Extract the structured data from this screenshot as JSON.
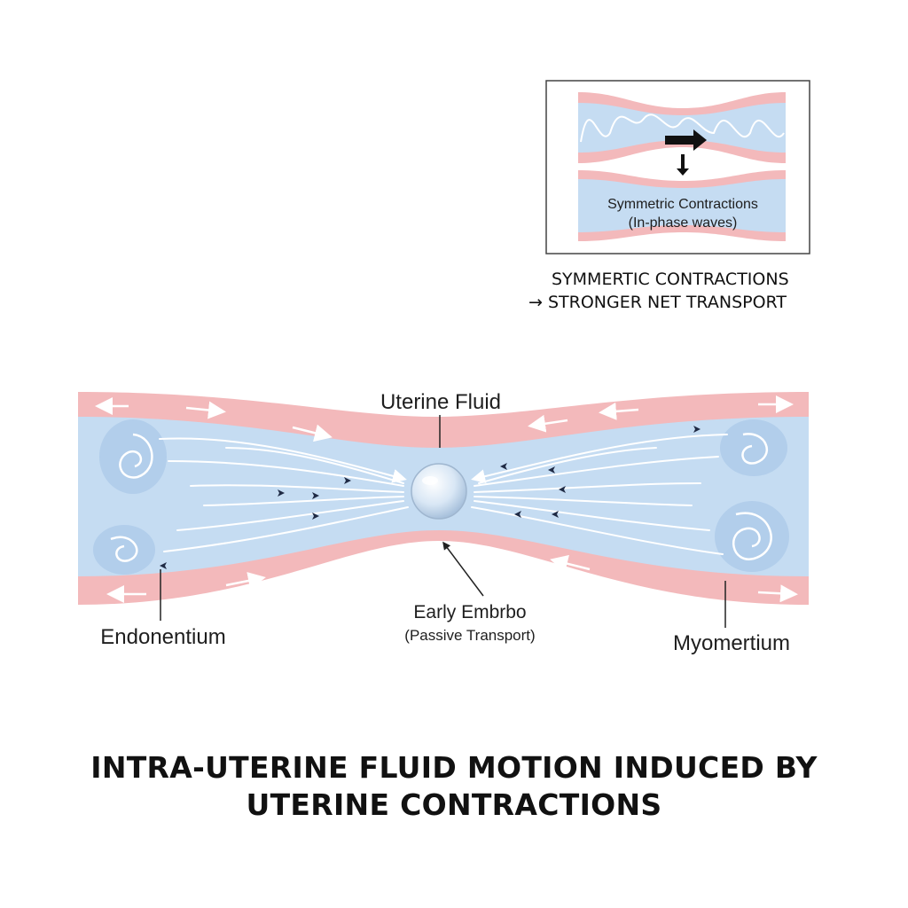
{
  "inset": {
    "caption_line1": "Symmetric Contractions",
    "caption_line2": "(In-phase waves)"
  },
  "note": {
    "line1": "SYMMERTIC CONTRACTIONS",
    "line2": "→ STRONGER NET TRANSPORT"
  },
  "labels": {
    "uterine_fluid": "Uterine Fluid",
    "embryo_line1": "Early Embrbo",
    "embryo_line2": "(Passive Transport)",
    "endometrium": "Endonentium",
    "myometrium": "Myomertium"
  },
  "title": {
    "line1": "INTRA-UTERINE FLUID MOTION INDUCED BY",
    "line2": "UTERINE CONTRACTIONS"
  },
  "colors": {
    "wall": "#f3b9bb",
    "fluid": "#c5dcf2",
    "vortex": "#a9c8e8",
    "flow_lines": "#ffffff",
    "arrowheads": "#1f2a44"
  }
}
